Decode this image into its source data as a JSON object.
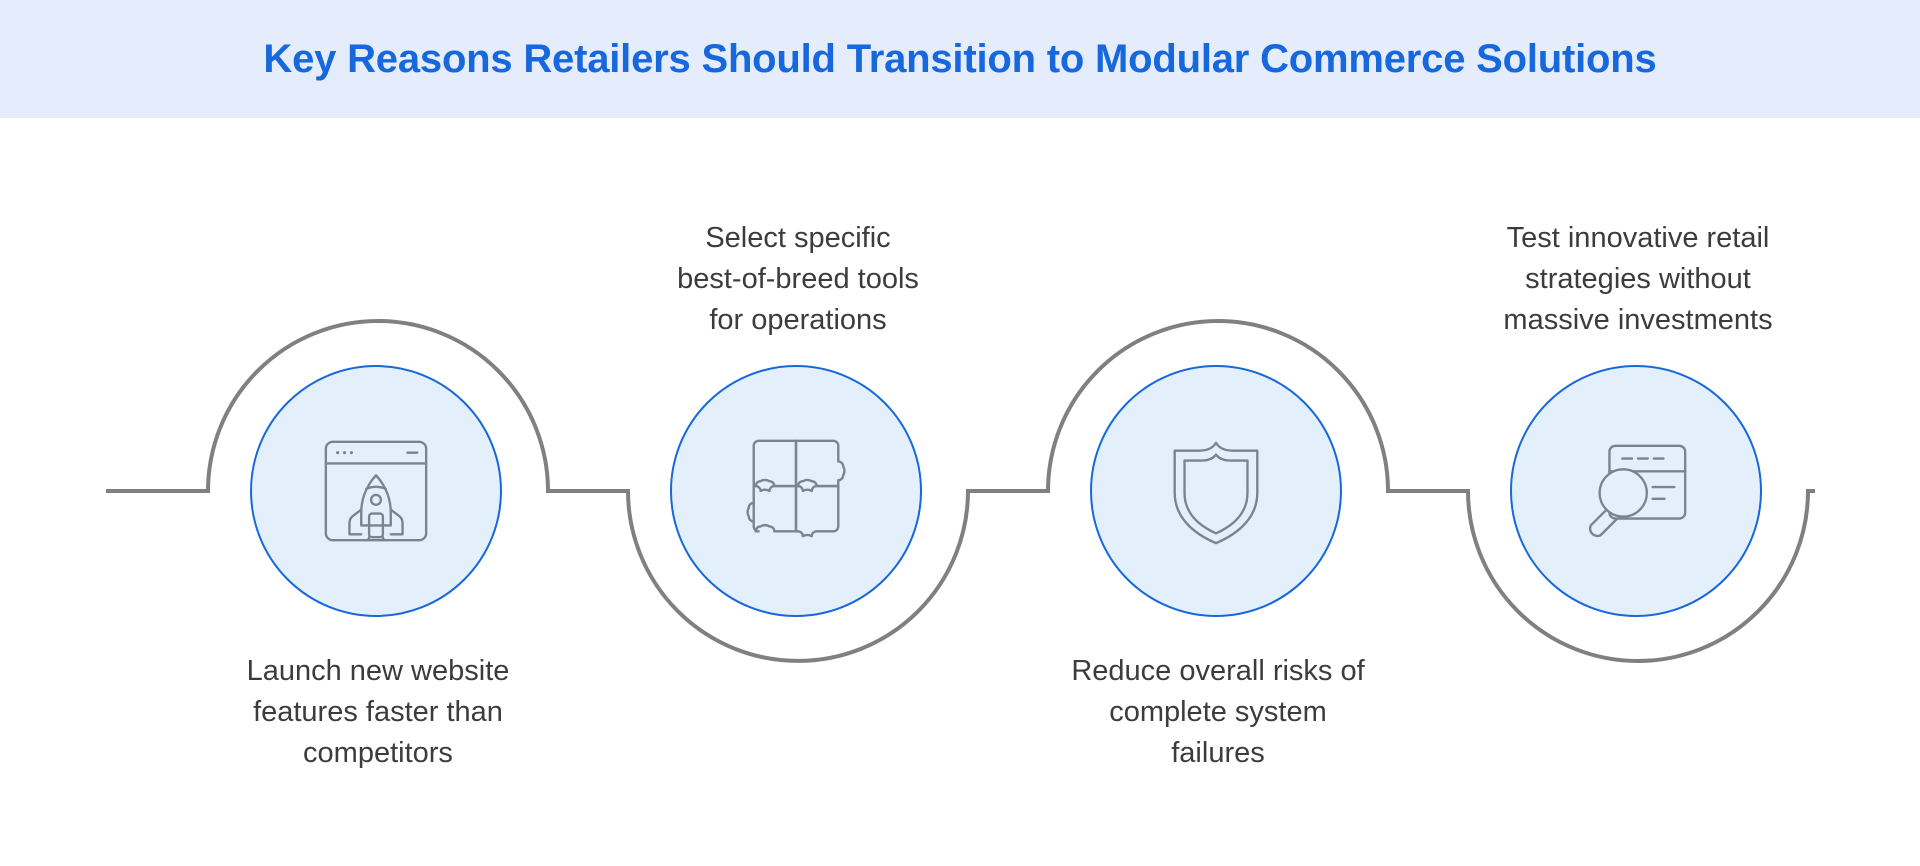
{
  "header": {
    "title": "Key Reasons Retailers Should Transition to Modular Commerce Solutions",
    "background_color": "#e5edfc",
    "title_color": "#1668dc"
  },
  "theme": {
    "page_background": "#ffffff",
    "circle_fill": "#e4effc",
    "circle_stroke": "#1668dc",
    "connector_line_color": "#808080",
    "icon_stroke": "#7b8290",
    "label_color": "#3c3c3c"
  },
  "nodes": [
    {
      "id": "node-1",
      "icon": "rocket-browser-icon",
      "label": "Launch new website\nfeatures faster than\ncompetitors",
      "label_position": "below",
      "arc_direction": "up"
    },
    {
      "id": "node-2",
      "icon": "puzzle-pieces-icon",
      "label": "Select specific\nbest-of-breed tools\nfor operations",
      "label_position": "above",
      "arc_direction": "down"
    },
    {
      "id": "node-3",
      "icon": "shield-icon",
      "label": "Reduce overall risks of\ncomplete system\nfailures",
      "label_position": "below",
      "arc_direction": "up"
    },
    {
      "id": "node-4",
      "icon": "document-magnifier-icon",
      "label": "Test innovative retail\nstrategies without\nmassive investments",
      "label_position": "above",
      "arc_direction": "down"
    }
  ]
}
